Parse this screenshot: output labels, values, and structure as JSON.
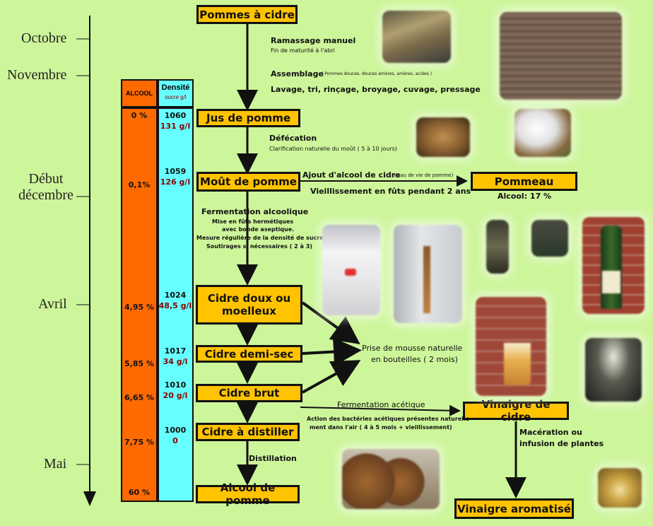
{
  "timeline": {
    "months": [
      {
        "label": "Octobre"
      },
      {
        "label": "Novembre"
      },
      {
        "label": "Début\ndécembre"
      },
      {
        "label": "Avril"
      },
      {
        "label": "Mai"
      }
    ]
  },
  "columns": {
    "alcool_header": "ALCOOL",
    "densite_header": "Densité",
    "densite_sub": "sucre  g/l"
  },
  "stages": [
    {
      "label": "Pommes à cidre"
    },
    {
      "label": "Jus de pomme",
      "alcool": "0 %",
      "densite": "1060",
      "sucre": "131 g/l"
    },
    {
      "label": "Moût de pomme",
      "alcool": "0,1%",
      "densite": "1059",
      "sucre": "126 g/l"
    },
    {
      "label": "Cidre doux ou moelleux",
      "alcool": "4,95 %",
      "densite": "1024",
      "sucre": "48,5 g/l"
    },
    {
      "label": "Cidre demi-sec",
      "alcool": "5,85 %",
      "densite": "1017",
      "sucre": "34 g/l"
    },
    {
      "label": "Cidre brut",
      "alcool": "6,65 %",
      "densite": "1010",
      "sucre": "20 g/l"
    },
    {
      "label": "Cidre à distiller",
      "alcool": "7,75 %",
      "densite": "1000",
      "sucre": "0"
    },
    {
      "label": "Alcool de pomme",
      "alcool": "60 %"
    }
  ],
  "side_products": {
    "pommeau": "Pommeau",
    "pommeau_alcool": "Alcool: 17 %",
    "vinaigre": "Vinaigre de cidre",
    "vinaigre_aromatise": "Vinaigre aromatisé"
  },
  "annotations": {
    "ramassage": "Ramassage manuel",
    "maturite": "Fin de maturité à l'abri",
    "assemblage": "Assemblage",
    "assemblage_detail": "( Pommes douces,  douces amères, amères, acides )",
    "lavage": "Lavage, tri, rinçage, broyage, cuvage, pressage",
    "defecation": "Défécation",
    "clarification": "Clarification naturelle du moût ( 5 à 10 jours)",
    "ajout_alcool": "Ajout d'alcool de cidre",
    "ajout_detail": "( eau de vie de pomme)",
    "vieillissement": "Vieillissement en fûts pendant 2 ans",
    "fermentation": "Fermentation alcoolique",
    "mise_futs": "Mise en fûts hermétiques",
    "bonde": "avec bonde aseptique.",
    "mesure": "Mesure régulière de la densité de sucre.",
    "soutirages": "Soutirages si nécessaires ( 2 à 3)",
    "prise_mousse_1": "Prise de mousse naturelle",
    "prise_mousse_2": "en bouteilles ( 2 mois)",
    "fermentation_acetique": "Fermentation acétique",
    "action_bacteries_1": "Action des bactéries acétiques présentes naturelle-",
    "action_bacteries_2": "ment dans l'air ( 4 à 5 mois + vieillissement)",
    "distillation": "Distillation",
    "maceration_1": "Macération ou",
    "maceration_2": "infusion de plantes"
  },
  "colors": {
    "background": "#cdf59a",
    "box_fill": "#ffc300",
    "alcool_column": "#ff6a00",
    "densite_column": "#66ffff",
    "sucre_text": "#8b0000"
  }
}
